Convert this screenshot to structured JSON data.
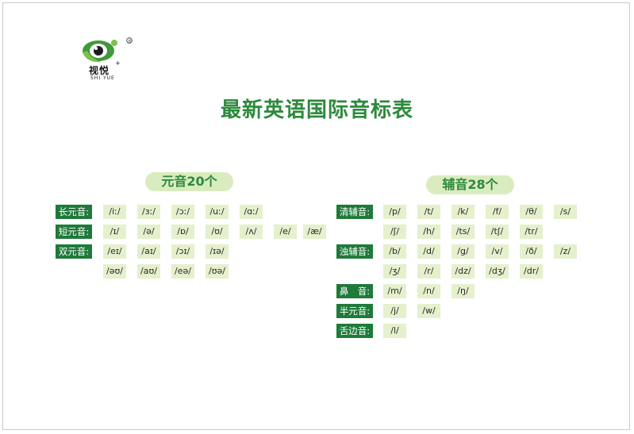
{
  "logo": {
    "name_cn": "视悦",
    "name_en": "SHI YUE",
    "mark": "®"
  },
  "title": "最新英语国际音标表",
  "vowels": {
    "heading": "元音20个",
    "rows": [
      {
        "label": "长元音:",
        "cells": [
          "/iː/",
          "/ɜː/",
          "/ɔː/",
          "/uː/",
          "/ɑː/"
        ]
      },
      {
        "label": "短元音:",
        "cells": [
          "/ɪ/",
          "/ə/",
          "/ɒ/",
          "/ʊ/",
          "/ʌ/",
          "/e/",
          "/æ/"
        ]
      },
      {
        "label": "双元音:",
        "cells": [
          "/eɪ/",
          "/aɪ/",
          "/ɔɪ/",
          "/ɪə/"
        ]
      },
      {
        "label": "",
        "cells": [
          "/əʊ/",
          "/aʊ/",
          "/eə/",
          "/ʊə/"
        ]
      }
    ]
  },
  "consonants": {
    "heading": "辅音28个",
    "rows": [
      {
        "label": "清辅音:",
        "cells": [
          "/p/",
          "/t/",
          "/k/",
          "/f/",
          "/θ/",
          "/s/"
        ]
      },
      {
        "label": "",
        "cells": [
          "/ʃ/",
          "/h/",
          "/ts/",
          "/tʃ/",
          "/tr/"
        ]
      },
      {
        "label": "浊辅音:",
        "cells": [
          "/b/",
          "/d/",
          "/g/",
          "/v/",
          "/ð/",
          "/z/"
        ]
      },
      {
        "label": "",
        "cells": [
          "/ʒ/",
          "/r/",
          "/dz/",
          "/dʒ/",
          "/dr/"
        ]
      },
      {
        "label": "鼻　音:",
        "cells": [
          "/m/",
          "/n/",
          "/ŋ/"
        ]
      },
      {
        "label": "半元音:",
        "cells": [
          "/j/",
          "/w/"
        ]
      },
      {
        "label": "舌边音:",
        "cells": [
          "/l/"
        ]
      }
    ]
  }
}
